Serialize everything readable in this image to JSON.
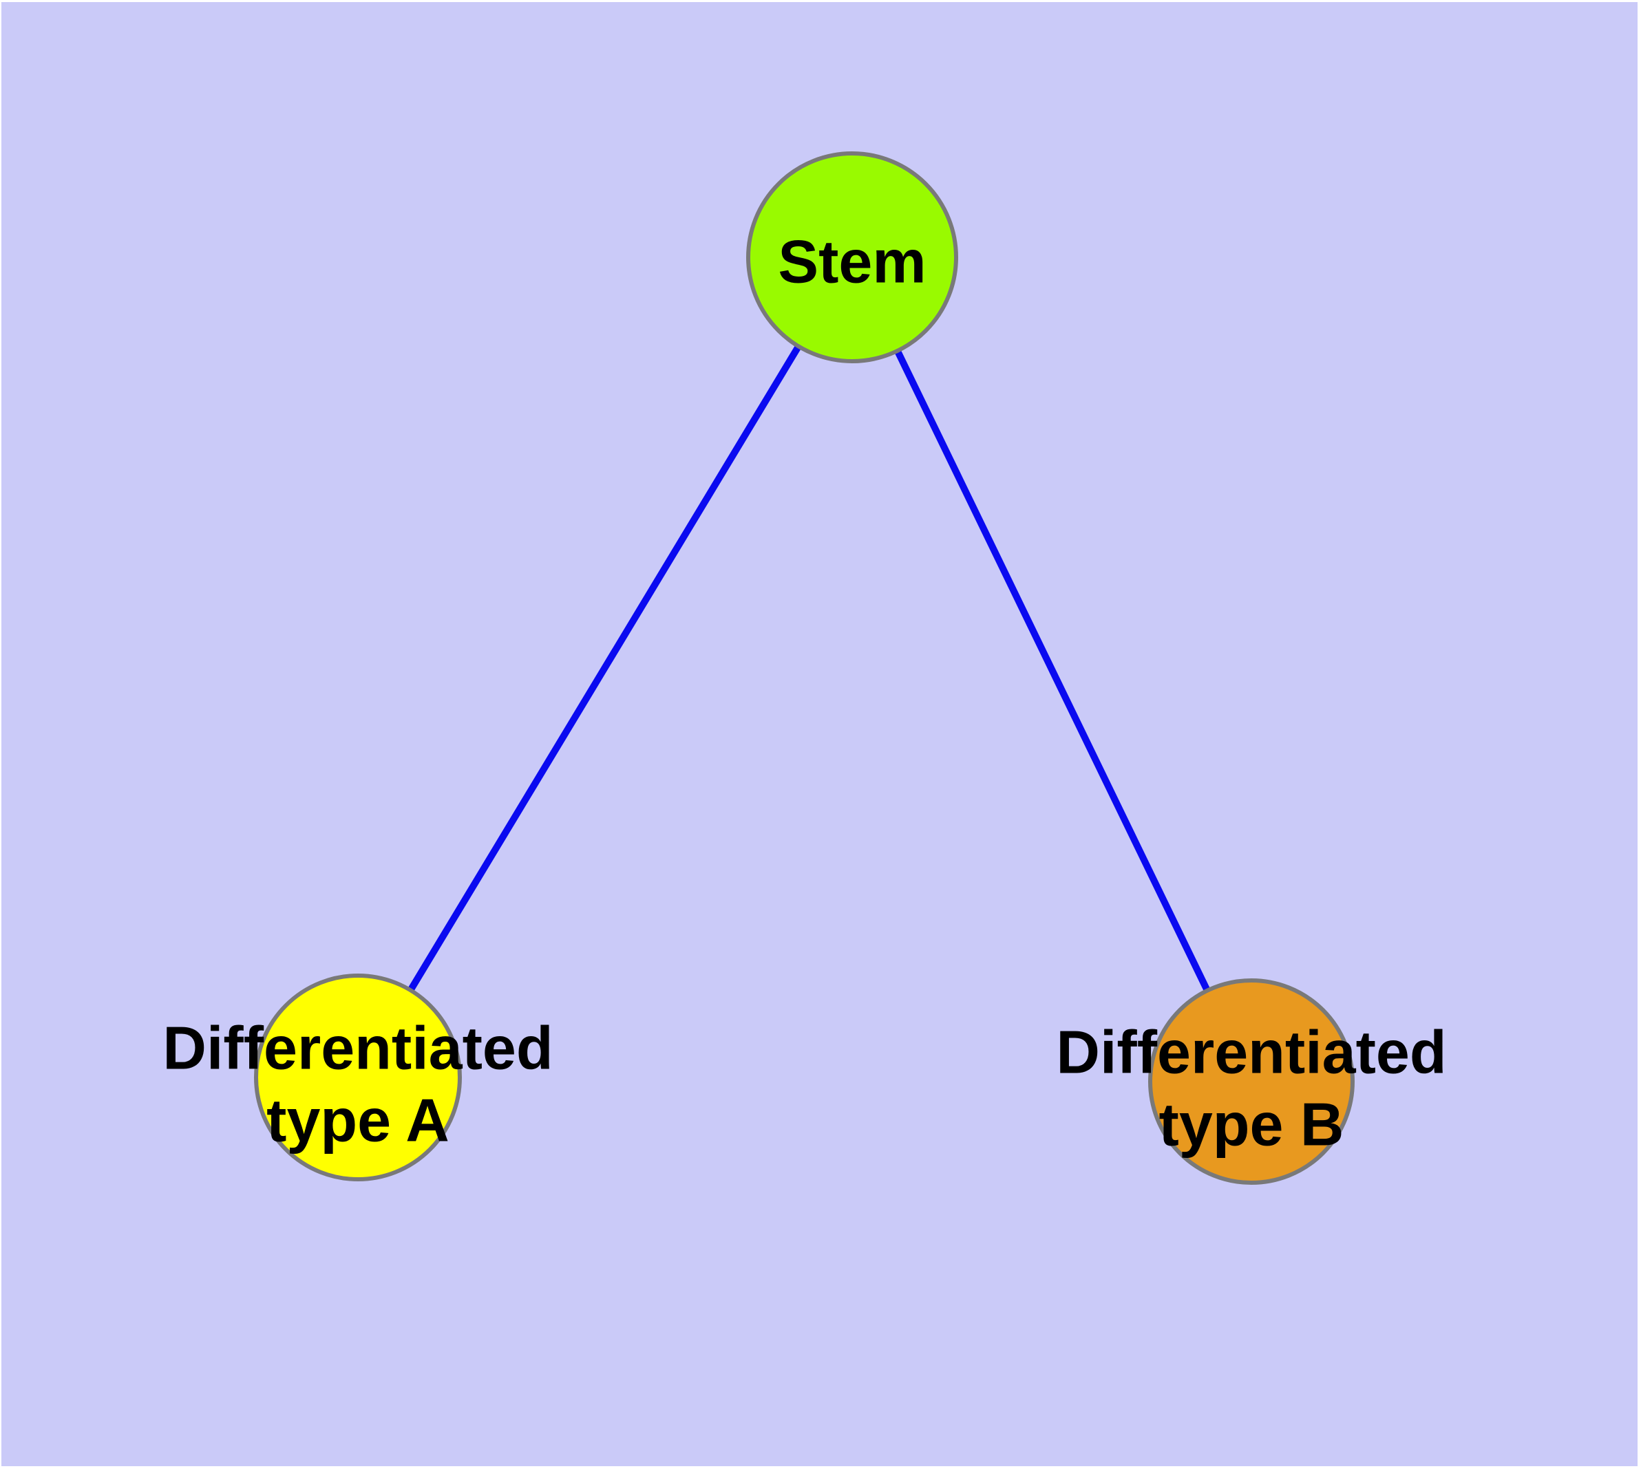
{
  "diagram": {
    "type": "graph",
    "background_color": "#CACAF8",
    "page_margin_color": "#FFFFFF",
    "edge_color": "#0A0AF0",
    "node_border_color": "#797979",
    "label_color": "#000000",
    "nodes": [
      {
        "id": "stem",
        "label": "Stem",
        "lines": [
          "Stem"
        ],
        "fill": "#99FA00"
      },
      {
        "id": "differentiated-type-a",
        "label": "Differentiated type A",
        "lines": [
          "Differentiated",
          "type A"
        ],
        "fill": "#FFFF00"
      },
      {
        "id": "differentiated-type-b",
        "label": "Differentiated type B",
        "lines": [
          "Differentiated",
          "type B"
        ],
        "fill": "#E8991F"
      }
    ],
    "edges": [
      {
        "from": "Stem",
        "to": "Differentiated type A"
      },
      {
        "from": "Stem",
        "to": "Differentiated type B"
      }
    ]
  }
}
